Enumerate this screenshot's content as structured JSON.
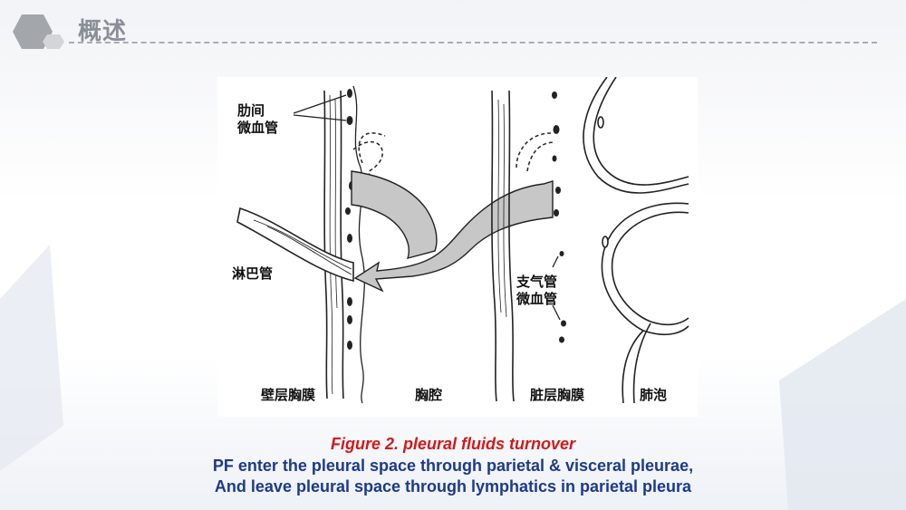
{
  "header": {
    "title": "概述"
  },
  "figure": {
    "labels": {
      "intercostal_capillaries": "肋间\n微血管",
      "lymphatics": "淋巴管",
      "bronchial_capillaries": "支气管\n微血管",
      "parietal_pleura": "壁层胸膜",
      "pleural_cavity": "胸腔",
      "visceral_pleura": "脏层胸膜",
      "alveolus": "肺泡"
    }
  },
  "caption": {
    "title": "Figure 2. pleural fluids turnover",
    "line1": "PF enter the pleural space through parietal & visceral pleurae,",
    "line2": "And leave pleural space through lymphatics in parietal pleura"
  },
  "colors": {
    "title": "#8a8e96",
    "caption_title": "#d01a1a",
    "caption_body": "#1d3a8a",
    "hexagon": "#a3a6ab"
  }
}
